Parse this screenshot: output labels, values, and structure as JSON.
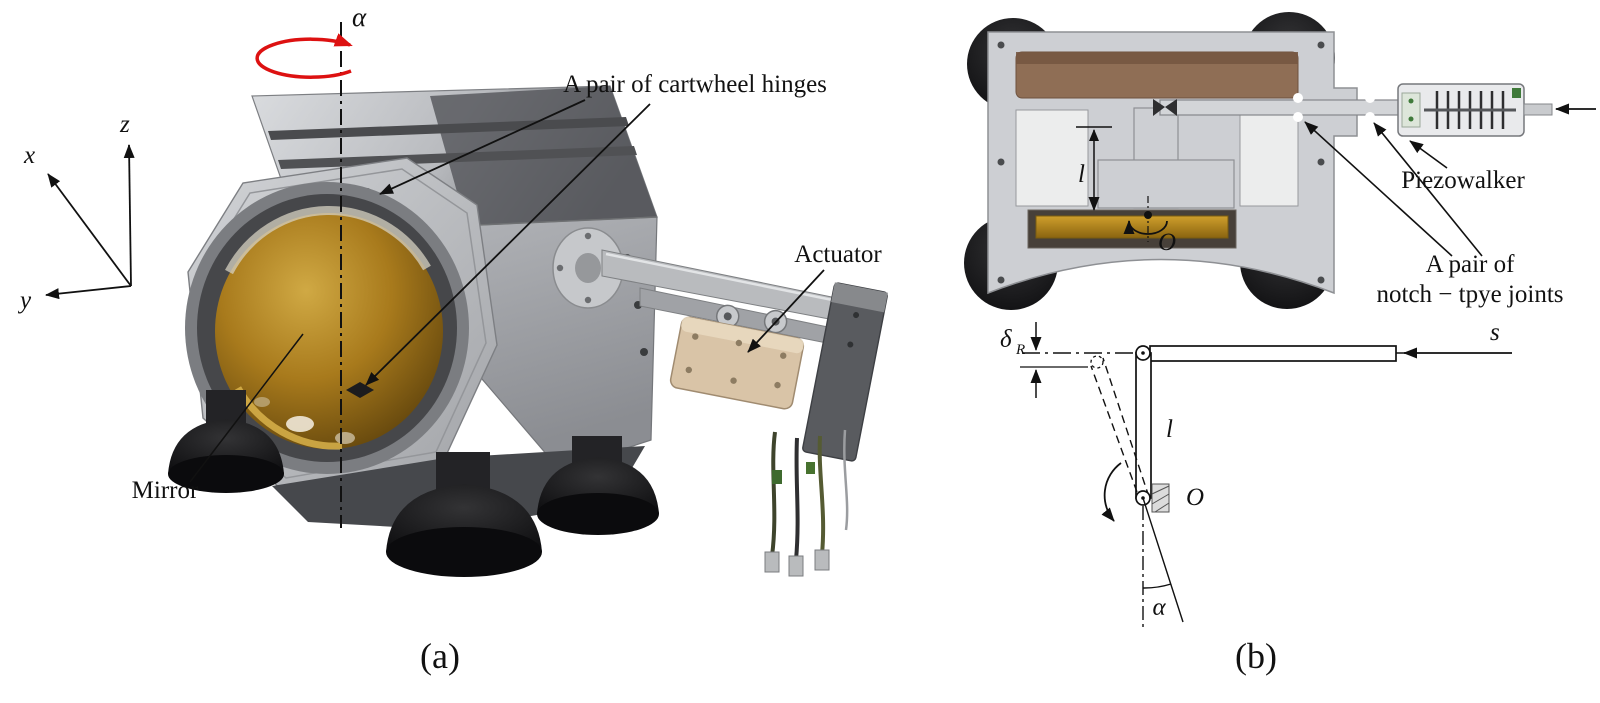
{
  "figure": {
    "background": "#ffffff",
    "panel_a": {
      "caption": "(a)",
      "rotation_symbol": "α",
      "axes": {
        "x": "x",
        "y": "y",
        "z": "z"
      },
      "labels": {
        "hinges": "A pair of cartwheel hinges",
        "actuator": "Actuator",
        "mirror": "Mirror"
      }
    },
    "panel_b": {
      "caption": "(b)",
      "labels": {
        "piezowalker": "Piezowalker",
        "notch_line1": "A pair of",
        "notch_line2": "notch − tpye joints"
      },
      "symbols": {
        "upper_length": "l",
        "upper_pivot": "O",
        "delta": "δ",
        "delta_subscript": "R",
        "input_s": "s",
        "lower_length": "l",
        "lower_pivot": "O",
        "tilt_angle": "α"
      }
    },
    "colors": {
      "rotation_arrow": "#dd1111",
      "housing": "#cdcfd3",
      "mirror_gold": "#a87a1c",
      "actuator_block": "#d9c4a7",
      "gold_bar": "#b8860b",
      "feet": "#151517",
      "line": "#111111"
    }
  }
}
